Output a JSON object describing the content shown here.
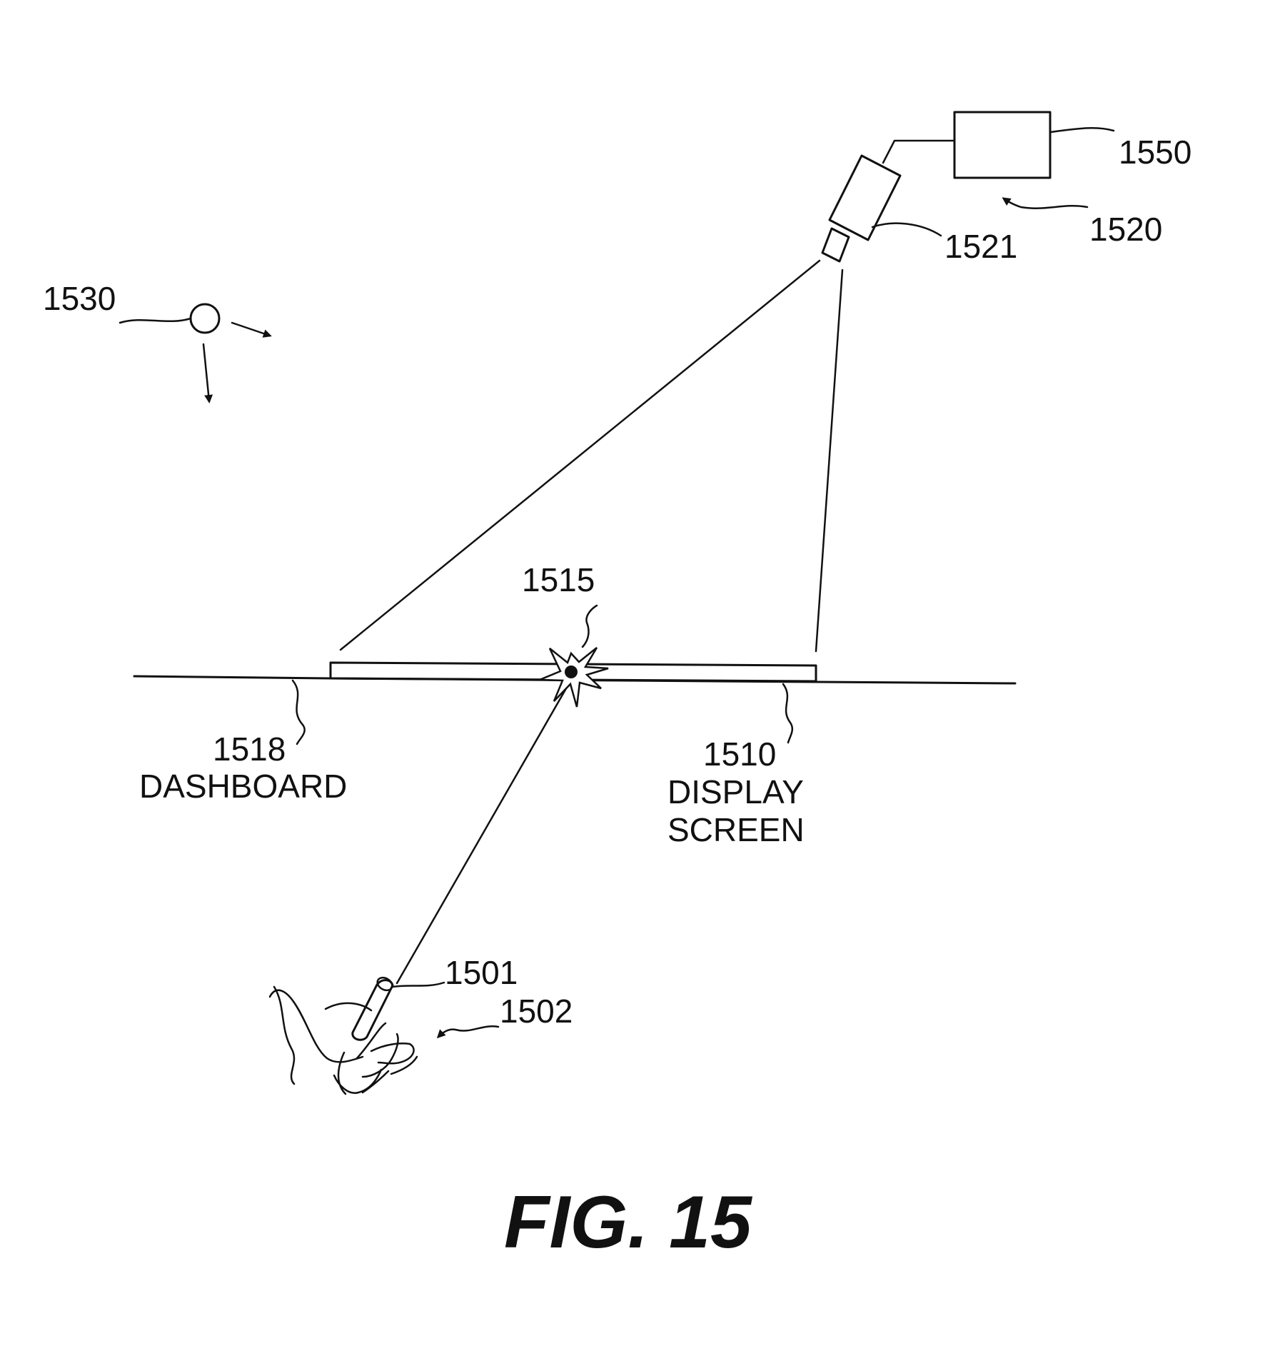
{
  "figure": {
    "caption": "FIG. 15",
    "labels": {
      "ref_1550": "1550",
      "ref_1520": "1520",
      "ref_1521": "1521",
      "ref_1530": "1530",
      "ref_1515": "1515",
      "ref_1518": "1518",
      "dashboard": "DASHBOARD",
      "ref_1510": "1510",
      "display": "DISPLAY",
      "screen": "SCREEN",
      "ref_1501": "1501",
      "ref_1502": "1502"
    }
  }
}
